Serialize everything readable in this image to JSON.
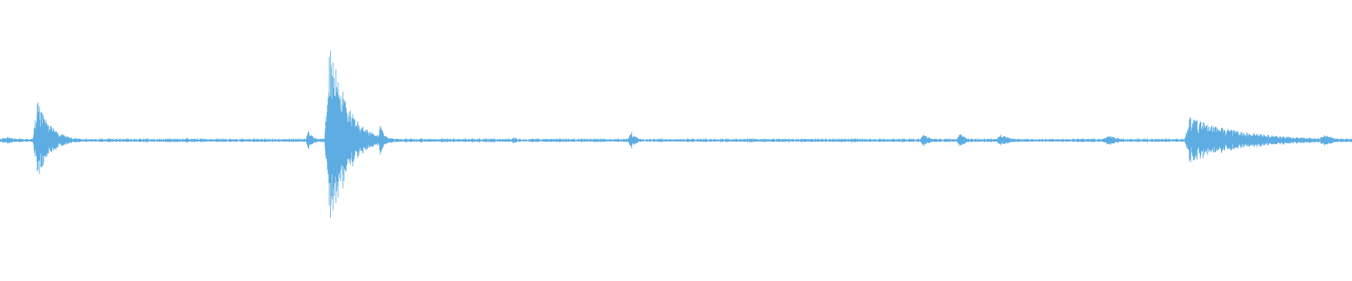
{
  "waveform": {
    "color": "#5dade2",
    "background": "#ffffff",
    "baseline_amplitude": 0.012,
    "events": [
      {
        "t": 0.005,
        "amp": 0.03,
        "decay": 0.01,
        "width": 0.01
      },
      {
        "t": 0.028,
        "amp": 0.3,
        "decay": 0.01,
        "width": 0.004
      },
      {
        "t": 0.044,
        "amp": 0.05,
        "decay": 0.006,
        "width": 0.004
      },
      {
        "t": 0.08,
        "amp": 0.02,
        "decay": 0.003,
        "width": 0.002
      },
      {
        "t": 0.188,
        "amp": 0.02,
        "decay": 0.003,
        "width": 0.002
      },
      {
        "t": 0.228,
        "amp": 0.08,
        "decay": 0.004,
        "width": 0.002
      },
      {
        "t": 0.244,
        "amp": 0.82,
        "decay": 0.012,
        "width": 0.004
      },
      {
        "t": 0.281,
        "amp": 0.12,
        "decay": 0.004,
        "width": 0.002
      },
      {
        "t": 0.327,
        "amp": 0.02,
        "decay": 0.003,
        "width": 0.002
      },
      {
        "t": 0.349,
        "amp": 0.02,
        "decay": 0.003,
        "width": 0.002
      },
      {
        "t": 0.38,
        "amp": 0.03,
        "decay": 0.004,
        "width": 0.002
      },
      {
        "t": 0.467,
        "amp": 0.07,
        "decay": 0.004,
        "width": 0.003
      },
      {
        "t": 0.63,
        "amp": 0.02,
        "decay": 0.003,
        "width": 0.002
      },
      {
        "t": 0.66,
        "amp": 0.02,
        "decay": 0.003,
        "width": 0.002
      },
      {
        "t": 0.683,
        "amp": 0.05,
        "decay": 0.006,
        "width": 0.003
      },
      {
        "t": 0.71,
        "amp": 0.06,
        "decay": 0.005,
        "width": 0.003
      },
      {
        "t": 0.74,
        "amp": 0.05,
        "decay": 0.008,
        "width": 0.004
      },
      {
        "t": 0.82,
        "amp": 0.04,
        "decay": 0.01,
        "width": 0.006
      },
      {
        "t": 0.88,
        "amp": 0.18,
        "decay": 0.04,
        "width": 0.004
      },
      {
        "t": 0.98,
        "amp": 0.05,
        "decay": 0.008,
        "width": 0.006
      }
    ]
  }
}
